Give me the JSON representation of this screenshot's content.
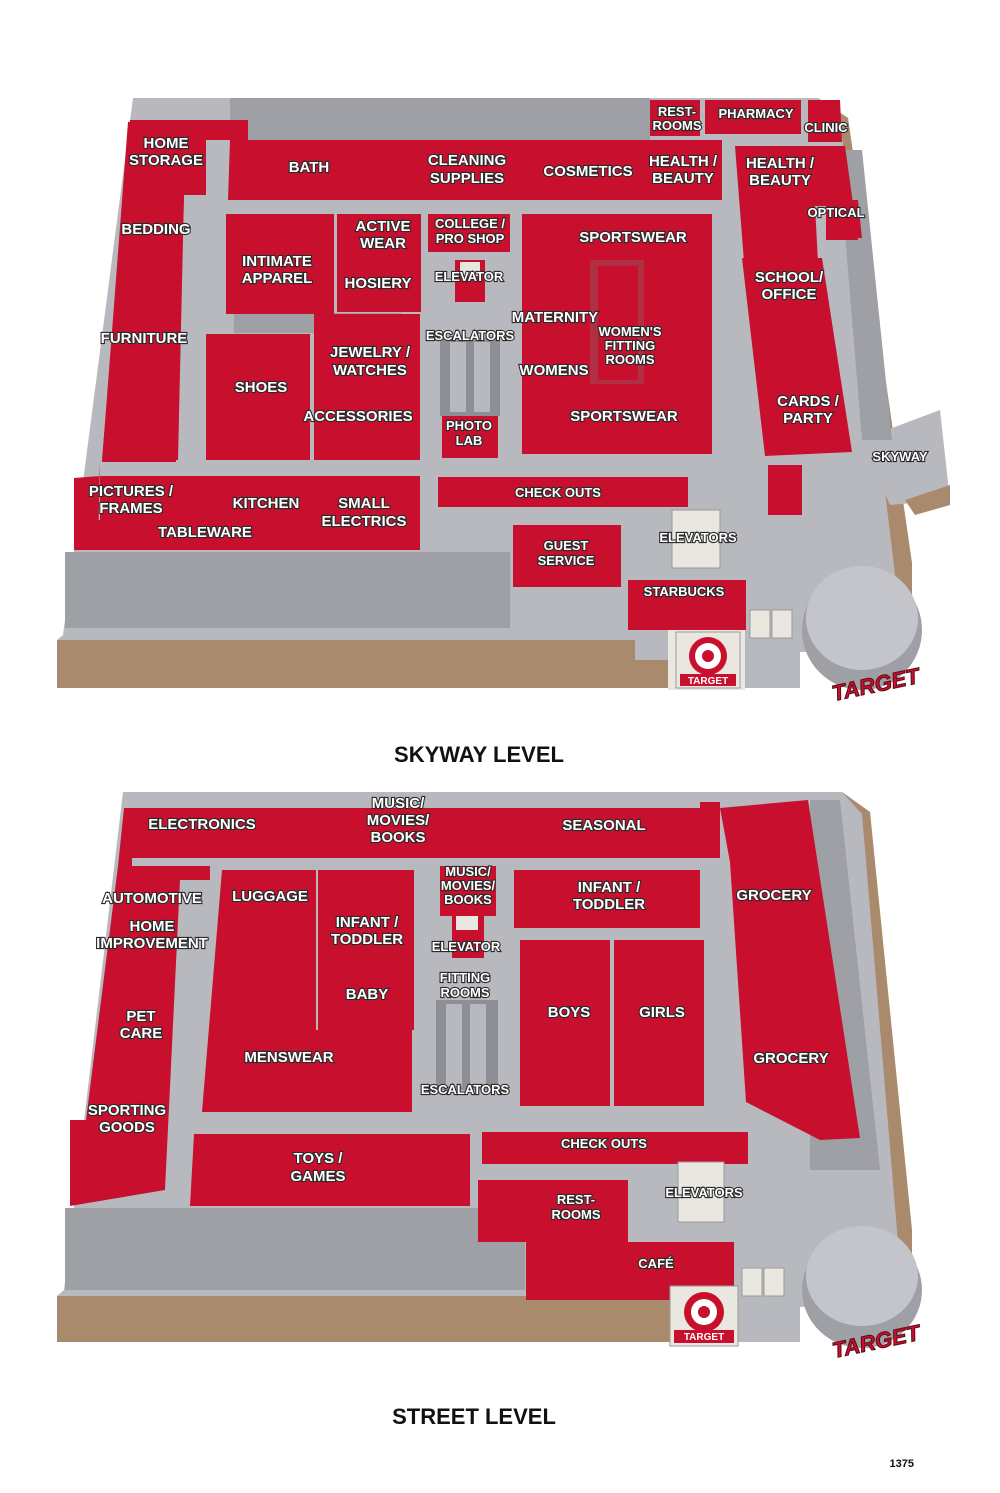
{
  "colors": {
    "department": "#c8102e",
    "department_side": "#8c0a1f",
    "floor": "#b8b9bf",
    "floor_dark": "#8e8f96",
    "wall": "#a98a6c",
    "fixture": "#e9e7df"
  },
  "skyway": {
    "title": "SKYWAY LEVEL",
    "logo_sign": "TARGET",
    "logo_round": "TARGET",
    "labels": {
      "home_storage": [
        "HOME",
        "STORAGE"
      ],
      "bath": [
        "BATH"
      ],
      "cleaning_supplies": [
        "CLEANING",
        "SUPPLIES"
      ],
      "cosmetics": [
        "COSMETICS"
      ],
      "health_beauty_1": [
        "HEALTH /",
        "BEAUTY"
      ],
      "restrooms": [
        "REST-",
        "ROOMS"
      ],
      "pharmacy": [
        "PHARMACY"
      ],
      "clinic": [
        "CLINIC"
      ],
      "health_beauty_2": [
        "HEALTH /",
        "BEAUTY"
      ],
      "optical": [
        "OPTICAL"
      ],
      "bedding": [
        "BEDDING"
      ],
      "intimate_apparel": [
        "INTIMATE",
        "APPAREL"
      ],
      "active_wear": [
        "ACTIVE",
        "WEAR"
      ],
      "hosiery": [
        "HOSIERY"
      ],
      "college_pro_shop": [
        "COLLEGE /",
        "PRO SHOP"
      ],
      "elevator": [
        "ELEVATOR"
      ],
      "sportswear_top": [
        "SPORTSWEAR"
      ],
      "maternity": [
        "MATERNITY"
      ],
      "womens_fitting_rooms": [
        "WOMEN'S",
        "FITTING",
        "ROOMS"
      ],
      "school_office": [
        "SCHOOL/",
        "OFFICE"
      ],
      "furniture": [
        "FURNITURE"
      ],
      "escalators": [
        "ESCALATORS"
      ],
      "jewelry_watches": [
        "JEWELRY /",
        "WATCHES"
      ],
      "shoes": [
        "SHOES"
      ],
      "womens": [
        "WOMENS"
      ],
      "accessories": [
        "ACCESSORIES"
      ],
      "photo_lab": [
        "PHOTO",
        "LAB"
      ],
      "sportswear_bottom": [
        "SPORTSWEAR"
      ],
      "cards_party": [
        "CARDS /",
        "PARTY"
      ],
      "skyway": [
        "SKYWAY"
      ],
      "pictures_frames": [
        "PICTURES /",
        "FRAMES"
      ],
      "kitchen": [
        "KITCHEN"
      ],
      "small_electrics": [
        "SMALL",
        "ELECTRICS"
      ],
      "check_outs": [
        "CHECK OUTS"
      ],
      "tableware": [
        "TABLEWARE"
      ],
      "elevators": [
        "ELEVATORS"
      ],
      "guest_service": [
        "GUEST",
        "SERVICE"
      ],
      "starbucks": [
        "STARBUCKS"
      ]
    }
  },
  "street": {
    "title": "STREET LEVEL",
    "logo_sign": "TARGET",
    "logo_round": "TARGET",
    "labels": {
      "electronics": [
        "ELECTRONICS"
      ],
      "music_movies_books": [
        "MUSIC/",
        "MOVIES/",
        "BOOKS"
      ],
      "seasonal": [
        "SEASONAL"
      ],
      "automotive": [
        "AUTOMOTIVE"
      ],
      "luggage": [
        "LUGGAGE"
      ],
      "music_movies_books_small": [
        "MUSIC/",
        "MOVIES/",
        "BOOKS"
      ],
      "infant_toddler_right": [
        "INFANT /",
        "TODDLER"
      ],
      "grocery_top": [
        "GROCERY"
      ],
      "home_improvement": [
        "HOME",
        "IMPROVEMENT"
      ],
      "infant_toddler_left": [
        "INFANT /",
        "TODDLER"
      ],
      "elevator": [
        "ELEVATOR"
      ],
      "fitting_rooms": [
        "FITTING",
        "ROOMS"
      ],
      "baby": [
        "BABY"
      ],
      "boys": [
        "BOYS"
      ],
      "girls": [
        "GIRLS"
      ],
      "pet_care": [
        "PET",
        "CARE"
      ],
      "menswear": [
        "MENSWEAR"
      ],
      "grocery_bottom": [
        "GROCERY"
      ],
      "escalators": [
        "ESCALATORS"
      ],
      "sporting_goods": [
        "SPORTING",
        "GOODS"
      ],
      "check_outs": [
        "CHECK OUTS"
      ],
      "toys_games": [
        "TOYS /",
        "GAMES"
      ],
      "elevators": [
        "ELEVATORS"
      ],
      "restrooms": [
        "REST-",
        "ROOMS"
      ],
      "cafe": [
        "CAFÉ"
      ]
    }
  },
  "page_number": "1375"
}
